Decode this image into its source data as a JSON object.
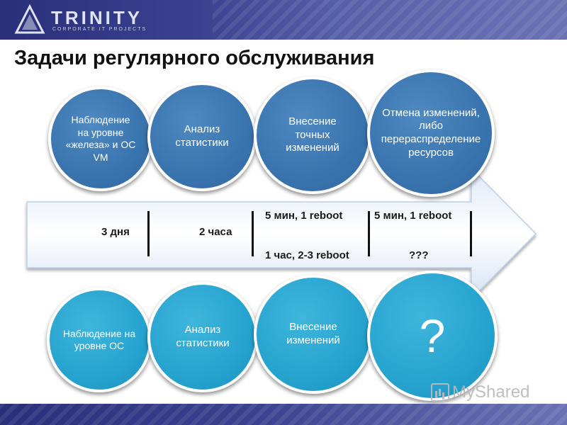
{
  "header": {
    "logo_text": "TRINITY",
    "logo_sub": "CORPORATE IT PROJECTS"
  },
  "title": "Задачи регулярного обслуживания",
  "top_circles": [
    {
      "label": "Наблюдение на уровне «железа» и ОС VM"
    },
    {
      "label": "Анализ статистики"
    },
    {
      "label": "Внесение точных изменений"
    },
    {
      "label": "Отмена изменений, либо перераспределение ресурсов"
    }
  ],
  "arrow": {
    "t1": "3 дня",
    "t2": "2 часа",
    "t3_top": "5 мин, 1 reboot",
    "t3_bottom": "1 час, 2-3 reboot",
    "t4_top": "5 мин, 1 reboot",
    "t4_bottom": "???"
  },
  "bottom_circles": [
    {
      "label": "Наблюдение на уровне ОС"
    },
    {
      "label": "Анализ статистики"
    },
    {
      "label": "Внесение изменений"
    },
    {
      "label": "?"
    }
  ],
  "watermark": "MyShared",
  "colors": {
    "circle_blue": "#3a74ae",
    "circle_cyan": "#26a3cf",
    "header_navy": "#2a2f7a"
  }
}
